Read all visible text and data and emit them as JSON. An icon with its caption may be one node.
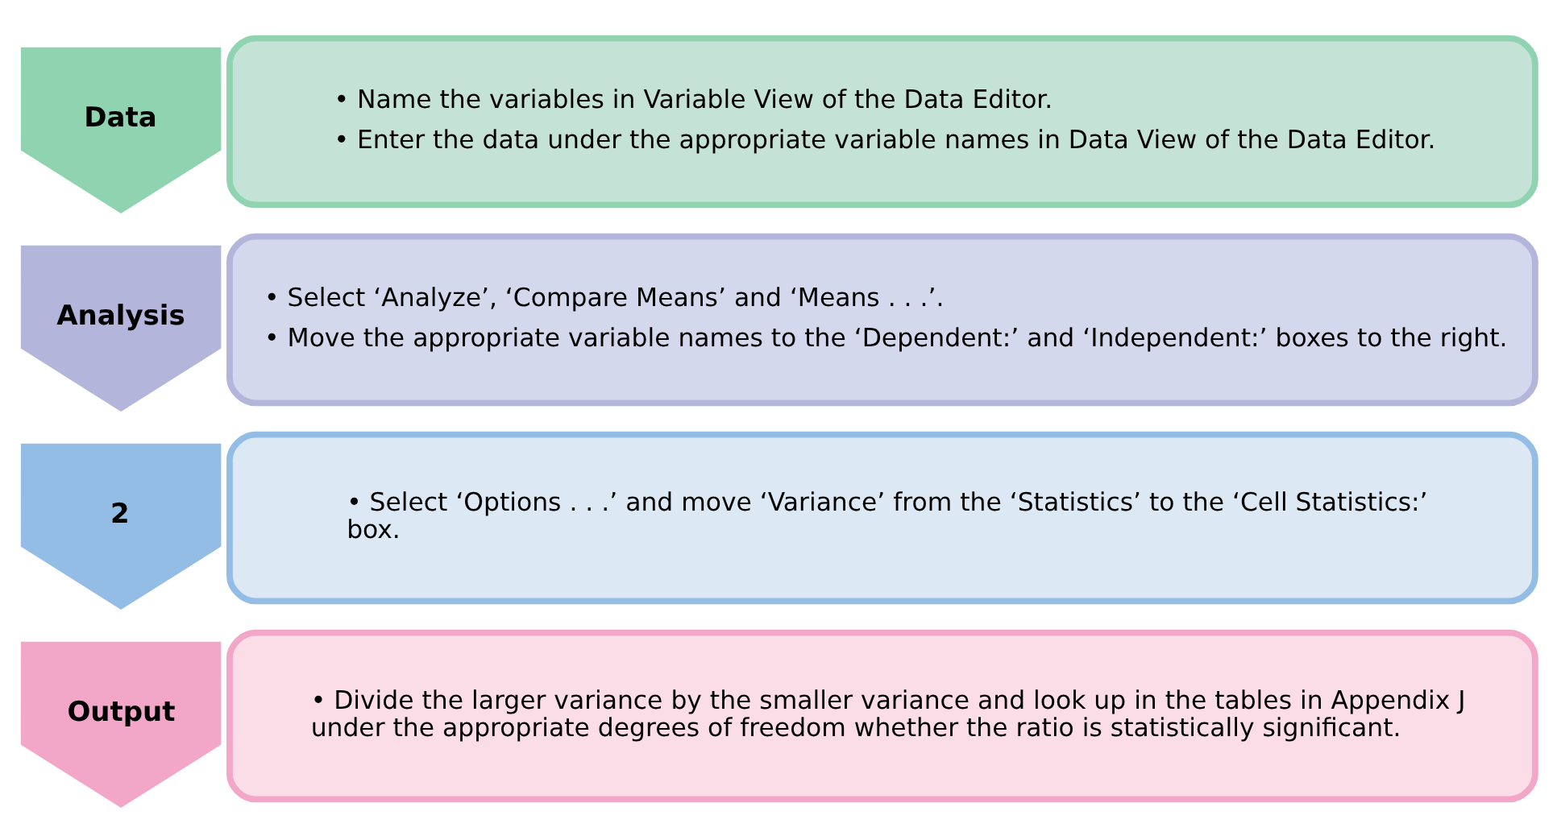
{
  "diagram": {
    "nodes": [
      {
        "text": [
          "Data"
        ]
      },
      {
        "text": [
          "• Name the variables in Variable View of the Data Editor.",
          "• Enter the data under the appropriate variable names in Data View of the Data Editor."
        ]
      },
      {
        "text": [
          "Analysis"
        ]
      },
      {
        "text": [
          "• Select ‘Analyze’, ‘Compare Means’ and ‘Means . . .’.",
          "• Move the appropriate variable names to the ‘Dependent:’ and ‘Independent:’ boxes to the right."
        ]
      },
      {
        "text": [
          "2"
        ]
      },
      {
        "text": [
          "• Select ‘Options . . .’ and move ‘Variance’ from the ‘Statistics’ to the ‘Cell Statistics:’ box."
        ]
      },
      {
        "text": [
          "Output"
        ]
      },
      {
        "text": [
          "• Divide the larger variance by the smaller variance and look up in the tables in Appendix J under the appropriate degrees of freedom whether the ratio is statistically significant."
        ]
      }
    ],
    "edges": []
  }
}
